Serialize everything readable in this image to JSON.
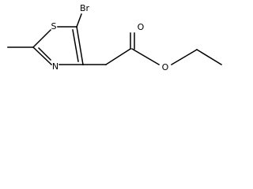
{
  "structure": {
    "atom_labels": {
      "bromine": "Br",
      "ring_sulfur": "S",
      "ring_nitrogen": "N",
      "carbonyl_oxygen": "O",
      "ester_oxygen": "O"
    },
    "bond_color": "#000000",
    "background_color": "#ffffff"
  }
}
